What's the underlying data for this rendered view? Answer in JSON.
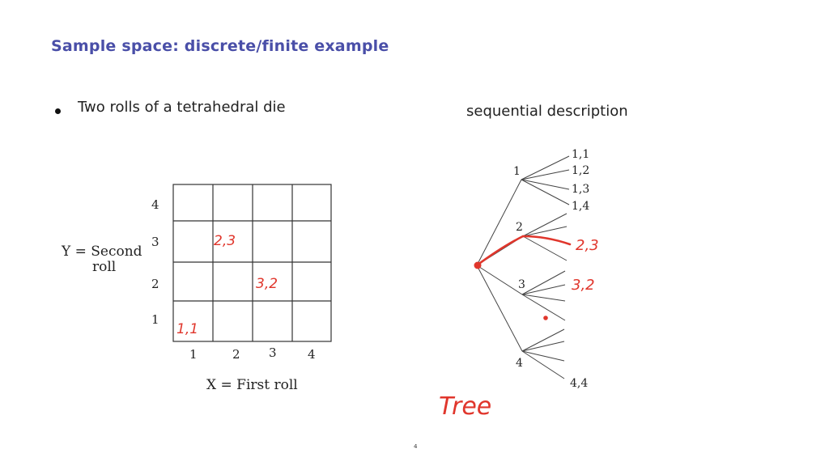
{
  "slide": {
    "title": "Sample space: discrete/finite example",
    "bullet": "Two rolls of a tetrahedral die",
    "sequential_label": "sequential description",
    "page_number": "4"
  },
  "grid": {
    "y_axis_label_line1": "Y = Second",
    "y_axis_label_line2": "roll",
    "x_axis_label": "X = First roll",
    "x_ticks": [
      "1",
      "2",
      "3",
      "4"
    ],
    "y_ticks": [
      "1",
      "2",
      "3",
      "4"
    ],
    "cell_annotations": [
      "1,1",
      "2,3",
      "3,2"
    ]
  },
  "tree": {
    "level1_labels": [
      "1",
      "2",
      "3",
      "4"
    ],
    "leaf_labels_top": [
      "1,1",
      "1,2",
      "1,3",
      "1,4"
    ],
    "leaf_label_bottom": "4,4",
    "highlight_labels": [
      "2,3",
      "3,2"
    ],
    "handwritten_caption": "Tree"
  },
  "colors": {
    "title": "#4a4fa8",
    "annotation_red": "#e0362c",
    "line": "#333333"
  }
}
